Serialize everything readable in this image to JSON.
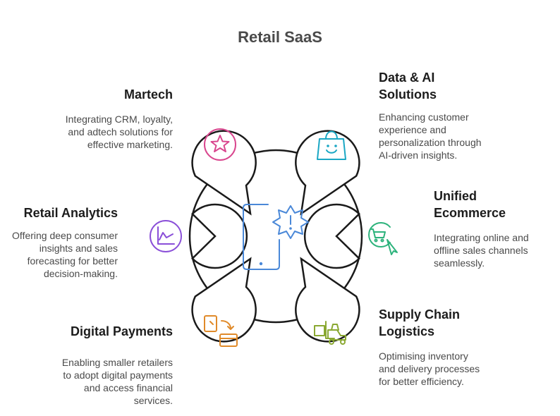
{
  "title": "Retail SaaS",
  "segments": [
    {
      "key": "martech",
      "heading": "Martech",
      "description": "Integrating CRM, loyalty,\nand adtech solutions for\neffective marketing.",
      "icon": "star-icon",
      "color": "#d9468e"
    },
    {
      "key": "data_ai",
      "heading": "Data & AI\nSolutions",
      "description": "Enhancing customer\nexperience and\npersonalization through\nAI-driven insights.",
      "icon": "shopping-bag-smile-icon",
      "color": "#1aa7c4"
    },
    {
      "key": "retail_analytics",
      "heading": "Retail Analytics",
      "description": "Offering deep consumer\ninsights and sales\nforecasting for better\ndecision-making.",
      "icon": "line-chart-icon",
      "color": "#8a4fd8"
    },
    {
      "key": "unified_ecommerce",
      "heading": "Unified\nEcommerce",
      "description": "Integrating online and\noffline sales channels\nseamlessly.",
      "icon": "cart-cursor-icon",
      "color": "#2db37c"
    },
    {
      "key": "digital_payments",
      "heading": "Digital Payments",
      "description": "Enabling smaller retailers\nto adopt digital payments\nand access financial\nservices.",
      "icon": "card-exchange-icon",
      "color": "#e08a2a"
    },
    {
      "key": "supply_chain",
      "heading": "Supply Chain\nLogistics",
      "description": "Optimising inventory\nand delivery processes\nfor better efficiency.",
      "icon": "forklift-icon",
      "color": "#8aa832"
    }
  ],
  "center": {
    "icon": "mobile-alert-icon",
    "color": "#4a88d8"
  }
}
